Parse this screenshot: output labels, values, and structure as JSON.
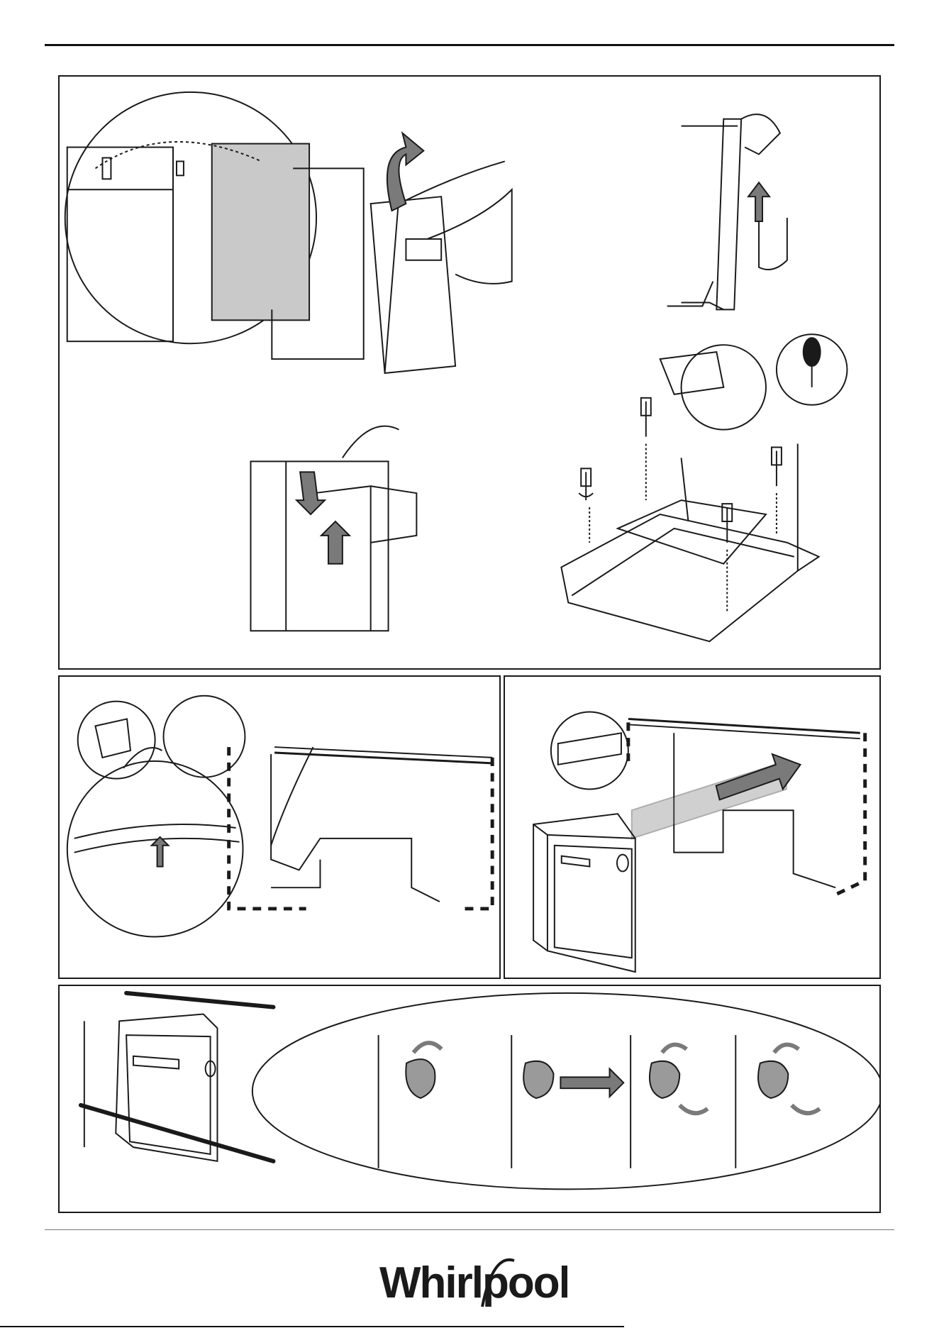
{
  "brand": {
    "name": "Whirlpool",
    "logo_color": "#1a1a1a"
  },
  "colors": {
    "line": "#1a1a1a",
    "panel_fill": "#c9c9c9",
    "arrow_fill": "#7a7a7a"
  },
  "panels": [
    {
      "id": "door-panel-mounting",
      "icon": "door-hook-icon"
    },
    {
      "id": "door-screws",
      "icon": "screwdriver-icon"
    },
    {
      "id": "adhesive-strip",
      "icon": "adhesive-strip-icon"
    },
    {
      "id": "slide-in-appliance",
      "icon": "push-arrow-icon"
    },
    {
      "id": "side-fixing",
      "icon": "rotate-arrow-icon"
    }
  ]
}
